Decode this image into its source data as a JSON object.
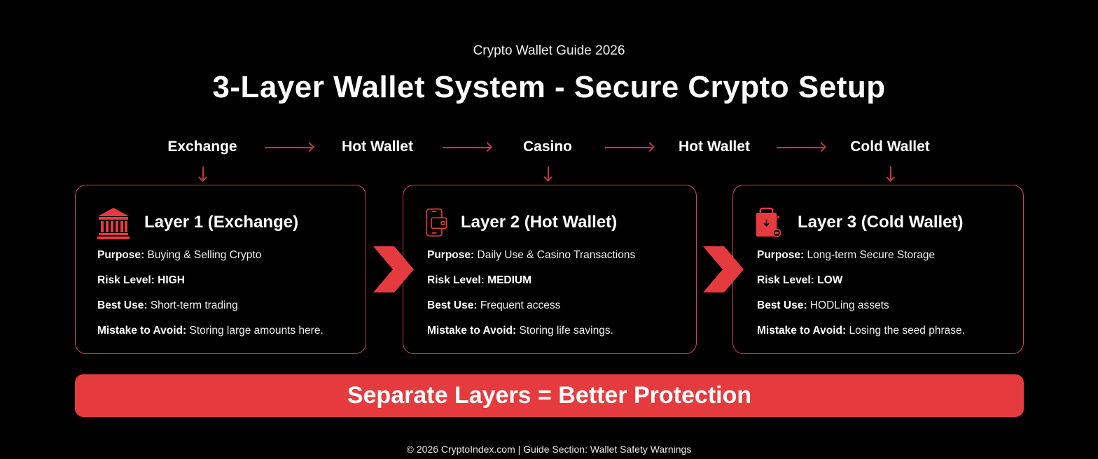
{
  "header": {
    "subtitle": "Crypto Wallet Guide 2026",
    "title": "3-Layer Wallet System - Secure Crypto Setup"
  },
  "flow": {
    "steps": [
      "Exchange",
      "Hot Wallet",
      "Casino",
      "Hot Wallet",
      "Cold Wallet"
    ],
    "arrow_color": "#c5343f"
  },
  "layers": [
    {
      "icon": "bank-icon",
      "title": "Layer 1 (Exchange)",
      "rows": [
        {
          "label": "Purpose:",
          "value": "Buying & Selling Crypto"
        },
        {
          "label": "Risk Level:",
          "value": "HIGH"
        },
        {
          "label": "Best Use:",
          "value": "Short-term trading"
        },
        {
          "label": "Mistake to Avoid:",
          "value": "Storing large amounts here."
        }
      ]
    },
    {
      "icon": "phone-wallet-icon",
      "title": "Layer 2 (Hot Wallet)",
      "rows": [
        {
          "label": "Purpose:",
          "value": "Daily Use & Casino Transactions"
        },
        {
          "label": "Risk Level:",
          "value": "MEDIUM"
        },
        {
          "label": "Best Use:",
          "value": "Frequent access"
        },
        {
          "label": "Mistake to Avoid:",
          "value": "Storing life savings."
        }
      ]
    },
    {
      "icon": "hardware-wallet-icon",
      "title": "Layer 3 (Cold Wallet)",
      "rows": [
        {
          "label": "Purpose:",
          "value": "Long-term Secure Storage"
        },
        {
          "label": "Risk Level:",
          "value": "LOW"
        },
        {
          "label": "Best Use:",
          "value": "HODLing assets"
        },
        {
          "label": "Mistake to Avoid:",
          "value": "Losing the seed phrase."
        }
      ]
    }
  ],
  "banner": {
    "text": "Separate Layers = Better Protection",
    "color": "#e63b3e"
  },
  "footer": {
    "text": "© 2026 CryptoIndex.com | Guide Section: Wallet Safety Warnings"
  },
  "colors": {
    "accent": "#e63b3e",
    "border": "#d2444c",
    "background": "#000000"
  }
}
